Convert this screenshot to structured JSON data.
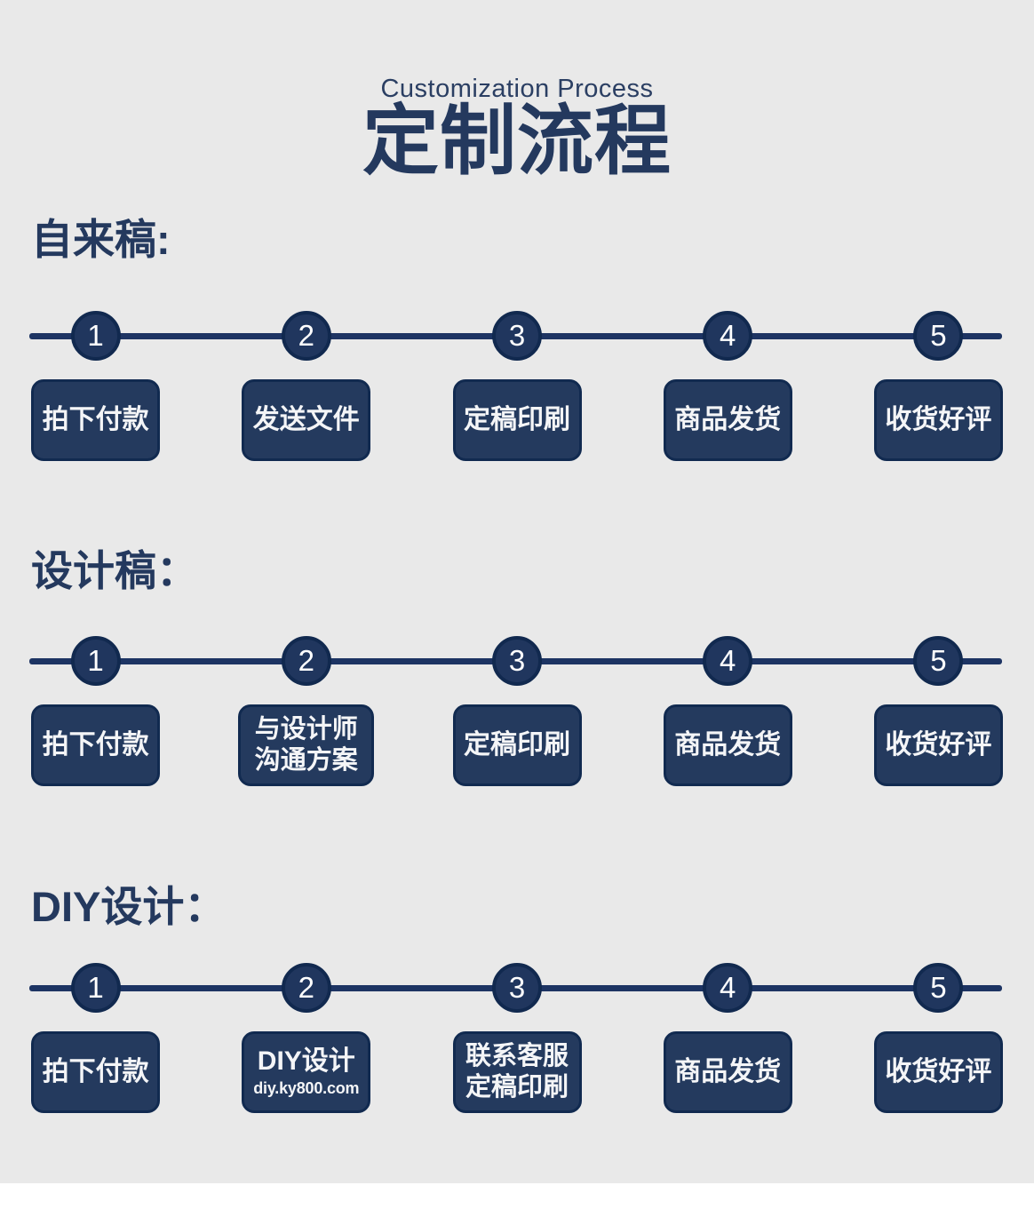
{
  "colors": {
    "page_background": "#ffffff",
    "panel_background": "#e9e9e9",
    "navy_text": "#24395e",
    "line": "#1d3463",
    "circle_fill": "#20365e",
    "circle_border": "#11294f",
    "box_fill": "#243a5e",
    "box_border": "#112a50",
    "box_text": "#f4f5f7"
  },
  "header": {
    "subtitle": "Customization Process",
    "title": "定制流程"
  },
  "sections": [
    {
      "label": "自来稿:",
      "steps": [
        {
          "num": "1",
          "lines": [
            "拍下付款"
          ]
        },
        {
          "num": "2",
          "lines": [
            "发送文件"
          ]
        },
        {
          "num": "3",
          "lines": [
            "定稿印刷"
          ]
        },
        {
          "num": "4",
          "lines": [
            "商品发货"
          ]
        },
        {
          "num": "5",
          "lines": [
            "收货好评"
          ]
        }
      ]
    },
    {
      "label": "设计稿：",
      "steps": [
        {
          "num": "1",
          "lines": [
            "拍下付款"
          ]
        },
        {
          "num": "2",
          "lines": [
            "与设计师",
            "沟通方案"
          ]
        },
        {
          "num": "3",
          "lines": [
            "定稿印刷"
          ]
        },
        {
          "num": "4",
          "lines": [
            "商品发货"
          ]
        },
        {
          "num": "5",
          "lines": [
            "收货好评"
          ]
        }
      ]
    },
    {
      "label": "DIY设计：",
      "steps": [
        {
          "num": "1",
          "lines": [
            "拍下付款"
          ]
        },
        {
          "num": "2",
          "lines": [
            "DIY设计",
            "diy.ky800.com"
          ]
        },
        {
          "num": "3",
          "lines": [
            "联系客服",
            "定稿印刷"
          ]
        },
        {
          "num": "4",
          "lines": [
            "商品发货"
          ]
        },
        {
          "num": "5",
          "lines": [
            "收货好评"
          ]
        }
      ]
    }
  ]
}
